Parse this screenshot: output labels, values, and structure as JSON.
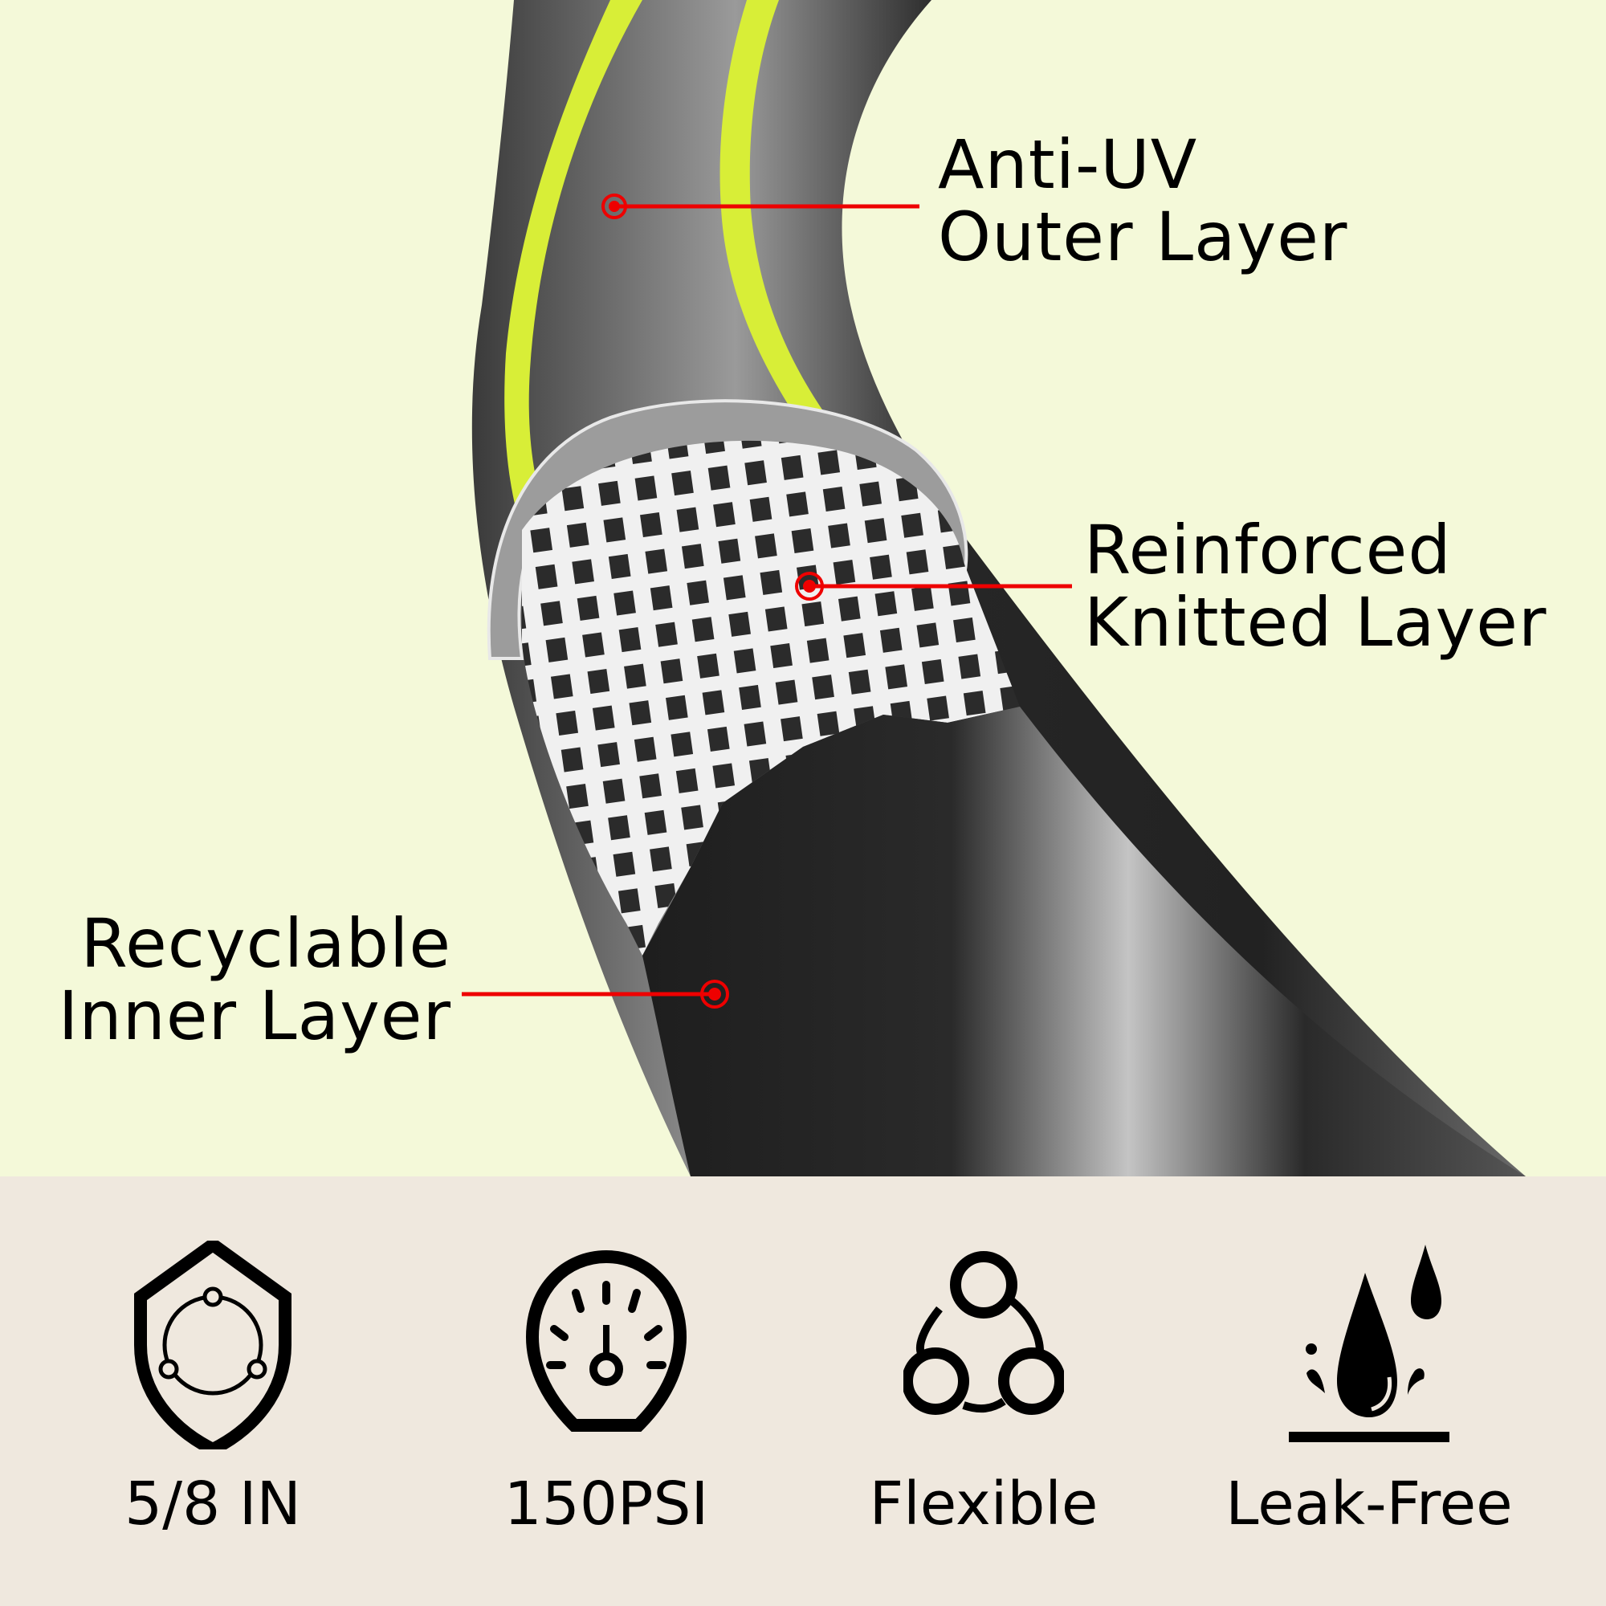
{
  "colors": {
    "top_background": "#f4f9d9",
    "bottom_background": "#efe8de",
    "hose_black": "#262626",
    "stripe_yellow": "#d8ee37",
    "callout_red": "#ee0000",
    "mesh_white": "#f2f2f2",
    "text": "#000000"
  },
  "callouts": [
    {
      "id": "outer",
      "line1": "Anti-UV",
      "line2": "Outer Layer"
    },
    {
      "id": "knitted",
      "line1": "Reinforced",
      "line2": "Knitted Layer"
    },
    {
      "id": "inner",
      "line1": "Recyclable",
      "line2": "Inner Layer"
    }
  ],
  "features": [
    {
      "icon": "shield-icon",
      "label": "5/8 IN"
    },
    {
      "icon": "pressure-gauge-icon",
      "label": "150PSI"
    },
    {
      "icon": "flexible-circles-icon",
      "label": "Flexible"
    },
    {
      "icon": "water-drop-icon",
      "label": "Leak-Free"
    }
  ]
}
